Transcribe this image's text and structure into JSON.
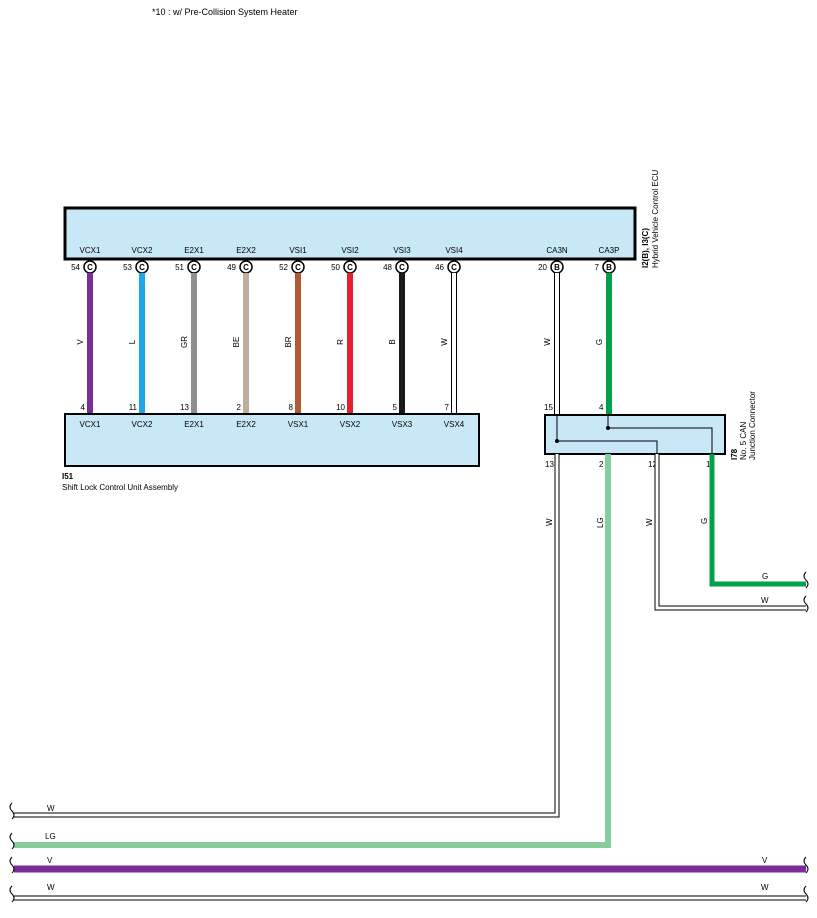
{
  "note": "*10 : w/ Pre-Collision System Heater",
  "ecu": {
    "code": "I2(B), I3(C)",
    "name": "Hybrid Vehicle Control ECU",
    "pins": [
      {
        "label": "VCX1",
        "num": "54",
        "conn": "C"
      },
      {
        "label": "VCX2",
        "num": "53",
        "conn": "C"
      },
      {
        "label": "E2X1",
        "num": "51",
        "conn": "C"
      },
      {
        "label": "E2X2",
        "num": "49",
        "conn": "C"
      },
      {
        "label": "VSI1",
        "num": "52",
        "conn": "C"
      },
      {
        "label": "VSI2",
        "num": "50",
        "conn": "C"
      },
      {
        "label": "VSI3",
        "num": "48",
        "conn": "C"
      },
      {
        "label": "VSI4",
        "num": "46",
        "conn": "C"
      },
      {
        "label": "CA3N",
        "num": "20",
        "conn": "B"
      },
      {
        "label": "CA3P",
        "num": "7",
        "conn": "B"
      }
    ]
  },
  "wires": [
    {
      "color_code": "V",
      "hex": "#7a2d96"
    },
    {
      "color_code": "L",
      "hex": "#1aa8e8"
    },
    {
      "color_code": "GR",
      "hex": "#8f8f8f"
    },
    {
      "color_code": "BE",
      "hex": "#bfae9b"
    },
    {
      "color_code": "BR",
      "hex": "#b05a35"
    },
    {
      "color_code": "R",
      "hex": "#e6202a"
    },
    {
      "color_code": "B",
      "hex": "#1a1a1a"
    },
    {
      "color_code": "W",
      "hex": "#ffffff"
    },
    {
      "color_code": "W",
      "hex": "#ffffff"
    },
    {
      "color_code": "G",
      "hex": "#00a04a"
    }
  ],
  "shift_lock": {
    "code": "I51",
    "name": "Shift Lock Control Unit Assembly",
    "pins": [
      {
        "label": "VCX1",
        "num": "4"
      },
      {
        "label": "VCX2",
        "num": "11"
      },
      {
        "label": "E2X1",
        "num": "13"
      },
      {
        "label": "E2X2",
        "num": "2"
      },
      {
        "label": "VSX1",
        "num": "8"
      },
      {
        "label": "VSX2",
        "num": "10"
      },
      {
        "label": "VSX3",
        "num": "5"
      },
      {
        "label": "VSX4",
        "num": "7"
      }
    ]
  },
  "junction": {
    "code": "I78",
    "name_line1": "No. 5 CAN",
    "name_line2": "Junction Connector",
    "top_pins": [
      "15",
      "4"
    ],
    "bottom_pins": [
      "13",
      "2",
      "12",
      "1"
    ]
  },
  "junction_wires": [
    {
      "color_code": "W",
      "hex": "#ffffff"
    },
    {
      "color_code": "LG",
      "hex": "#86cc9c"
    },
    {
      "color_code": "W",
      "hex": "#ffffff"
    },
    {
      "color_code": "G",
      "hex": "#00a04a"
    }
  ],
  "right_lines": [
    {
      "color_code": "G",
      "hex": "#00a04a"
    },
    {
      "color_code": "W",
      "hex": "#ffffff"
    }
  ],
  "bottom_lines": [
    {
      "color_code": "W",
      "hex": "#ffffff"
    },
    {
      "color_code": "LG",
      "hex": "#86cc9c"
    },
    {
      "color_code": "V",
      "hex": "#7a2d96"
    },
    {
      "color_code": "W",
      "hex": "#ffffff"
    }
  ],
  "box_fill": "#c9e8f7"
}
